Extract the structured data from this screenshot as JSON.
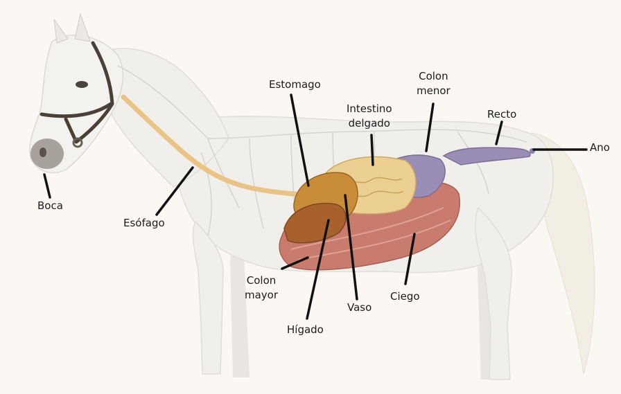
{
  "labels": {
    "boca": "Boca",
    "esofago": "Esófago",
    "estomago": "Estomago",
    "intestino_delgado": [
      "Intestino",
      "delgado"
    ],
    "colon_menor": [
      "Colon",
      "menor"
    ],
    "recto": "Recto",
    "ano": "Ano",
    "colon_mayor": [
      "Colon",
      "mayor"
    ],
    "higado": "Hígado",
    "vaso": "Vaso",
    "ciego": "Ciego"
  },
  "colors": {
    "background": "#fbf7f2",
    "horse_body": "#f1efec",
    "skeleton": "#d6d3cf",
    "esophagus": "#e9c486",
    "stomach": "#c98d3a",
    "small_intestine": "#eccf92",
    "small_colon": "#9a8db6",
    "large_colon": "#c97b6e",
    "liver": "#a8612d",
    "tail": "#f3eee3",
    "leader_line": "#111111"
  }
}
